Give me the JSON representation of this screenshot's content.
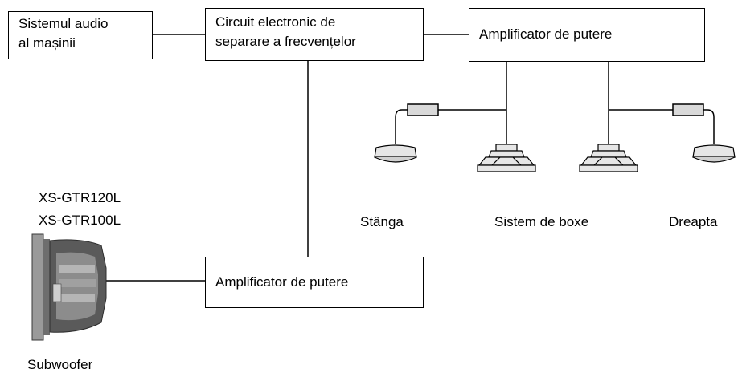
{
  "boxes": {
    "car_audio": [
      "Sistemul audio",
      "al mașinii"
    ],
    "crossover": [
      "Circuit electronic de",
      "separare a frecvențelor"
    ],
    "amp_top": "Amplificator de putere",
    "amp_bottom": "Amplificator de putere"
  },
  "labels": {
    "left": "Stânga",
    "speakers": "Sistem de boxe",
    "right": "Dreapta",
    "model_1": "XS-GTR120L",
    "model_2": "XS-GTR100L",
    "subwoofer": "Subwoofer"
  },
  "colors": {
    "line": "#000000",
    "speaker_fill": "#e6e6e6",
    "sub_dark": "#5a5a5a",
    "sub_mid": "#8c8c8c"
  }
}
